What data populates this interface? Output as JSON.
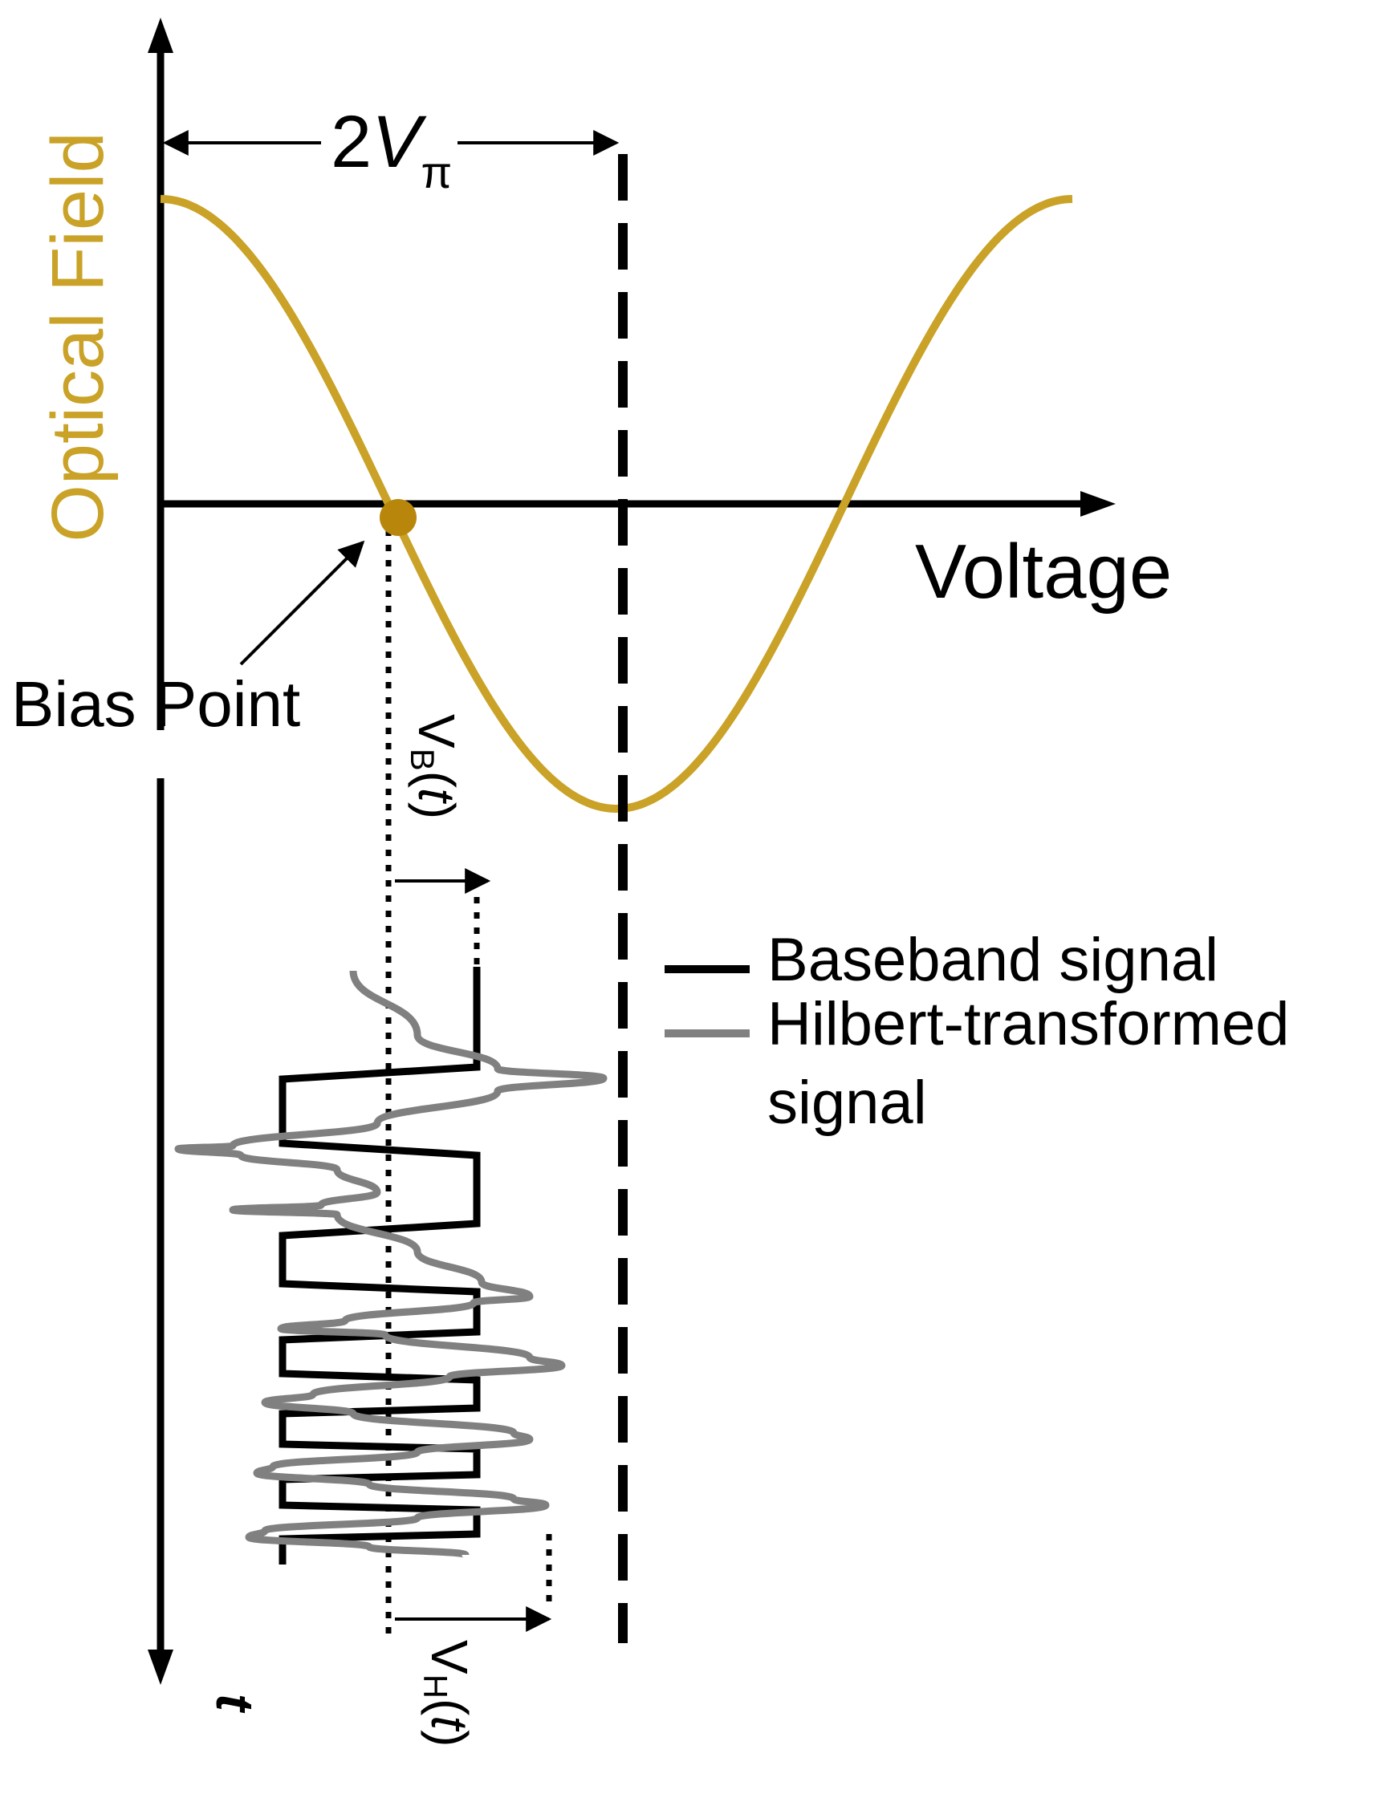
{
  "diagram": {
    "y_axis_label": "Optical Field",
    "x_axis_label": "Voltage",
    "period_label_prefix": "2",
    "period_label_var": "V",
    "period_label_sub": "π",
    "bias_label": "Bias Point",
    "t_label": "t",
    "vb_label": {
      "main": "V",
      "sub": "B",
      "open": "(",
      "var": "t",
      "close": ")"
    },
    "vh_label": {
      "main": "V",
      "sub": "H",
      "open": "(",
      "var": "t",
      "close": ")"
    },
    "legend": [
      {
        "label": "Baseband signal",
        "color": "#000000"
      },
      {
        "label_lines": [
          "Hilbert-transformed",
          "signal"
        ],
        "color": "#808080"
      }
    ]
  },
  "colors": {
    "field_curve": "#c9a227",
    "bias_dot": "#b8860b",
    "axes": "#000000",
    "baseband": "#000000",
    "hilbert": "#808080"
  }
}
